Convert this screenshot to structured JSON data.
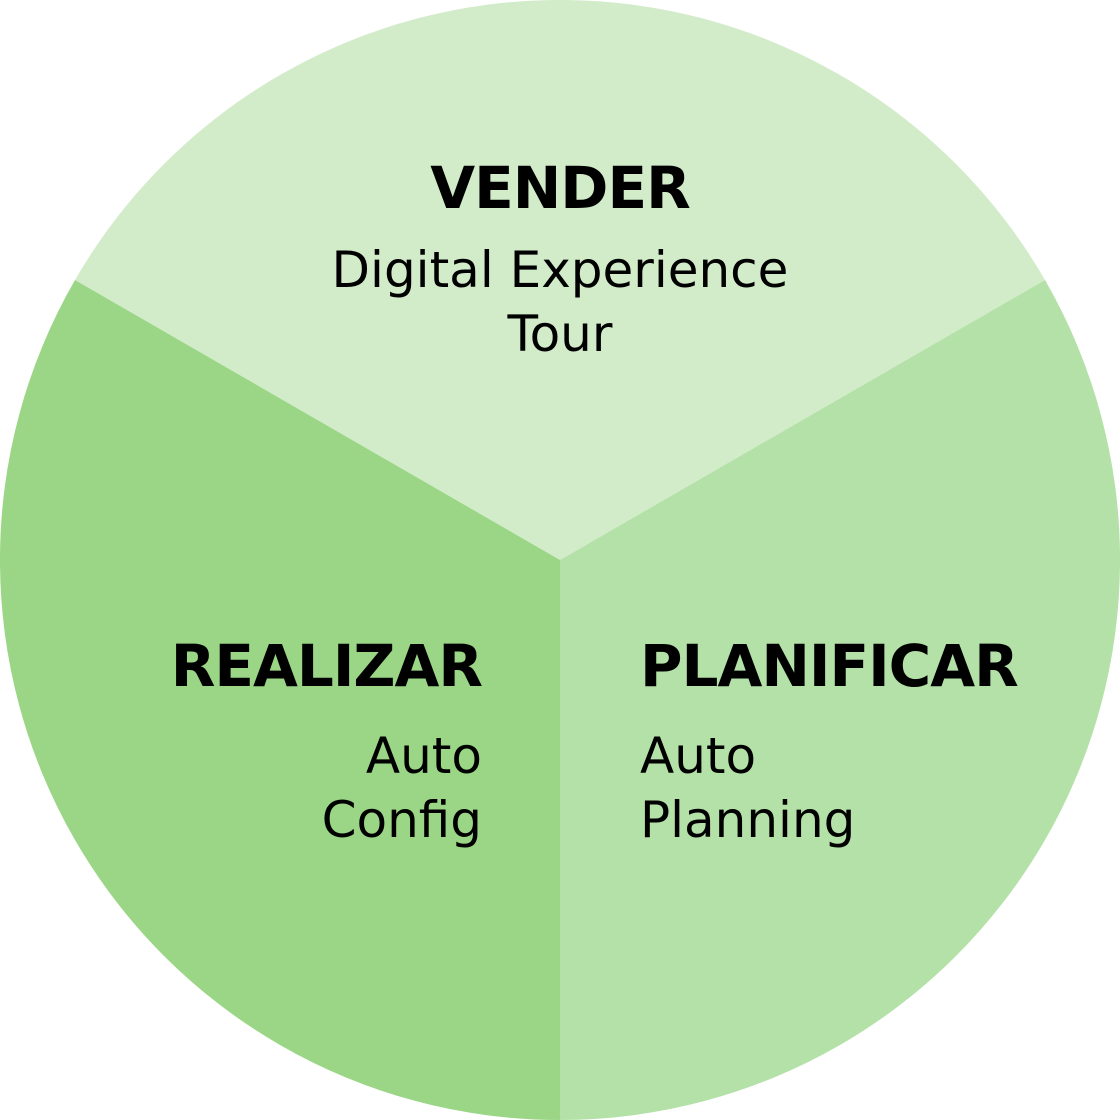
{
  "segments": {
    "top": {
      "title": "VENDER",
      "lines": [
        "Digital Experience",
        "Tour"
      ],
      "color": "#d2ecca"
    },
    "left": {
      "title": "REALIZAR",
      "lines": [
        "Auto",
        "Config"
      ],
      "color": "#9ad686"
    },
    "right": {
      "title": "PLANIFICAR",
      "lines": [
        "Auto",
        "Planning"
      ],
      "color": "#b4e1a7"
    }
  }
}
